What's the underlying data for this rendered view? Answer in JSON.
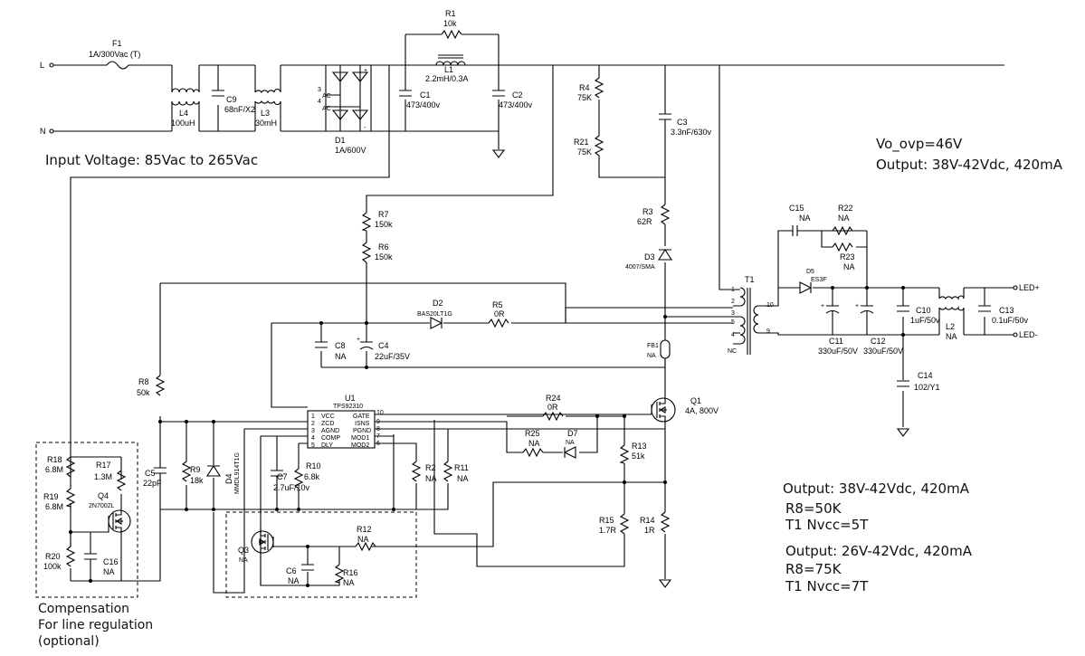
{
  "notes": {
    "input_voltage": "Input Voltage: 85Vac to 265Vac",
    "vo_ovp": "Vo_ovp=46V",
    "output_top": "Output: 38V-42Vdc, 420mA",
    "option_a_output": "Output: 38V-42Vdc, 420mA",
    "option_a_r8": "R8=50K",
    "option_a_t1": "T1 Nvcc=5T",
    "option_b_output": "Output: 26V-42Vdc, 420mA",
    "option_b_r8": "R8=75K",
    "option_b_t1": "T1 Nvcc=7T",
    "comp_line1": "Compensation",
    "comp_line2": "For line regulation",
    "comp_line3": "(optional)"
  },
  "nets": {
    "L": "L",
    "N": "N",
    "led_plus": "LED+",
    "led_minus": "LED-"
  },
  "components": {
    "F1": {
      "ref": "F1",
      "value": "1A/300Vac (T)"
    },
    "L4": {
      "ref": "L4",
      "value": "100uH"
    },
    "C9": {
      "ref": "C9",
      "value": "68nF/X2"
    },
    "L3": {
      "ref": "L3",
      "value": "30mH"
    },
    "D1": {
      "ref": "D1",
      "value": "1A/600V",
      "pin3": "3",
      "pin4": "4",
      "ac1": "AC",
      "ac2": "AC",
      "plus": "+",
      "minus": "-"
    },
    "R1": {
      "ref": "R1",
      "value": "10k"
    },
    "L1": {
      "ref": "L1",
      "value": "2.2mH/0.3A"
    },
    "C1": {
      "ref": "C1",
      "value": "473/400v"
    },
    "C2": {
      "ref": "C2",
      "value": "473/400v"
    },
    "R4": {
      "ref": "R4",
      "value": "75K"
    },
    "R21": {
      "ref": "R21",
      "value": "75K"
    },
    "C3": {
      "ref": "C3",
      "value": "3.3nF/630v"
    },
    "R3": {
      "ref": "R3",
      "value": "62R"
    },
    "D3": {
      "ref": "D3",
      "value": "4007/SMA"
    },
    "R7": {
      "ref": "R7",
      "value": "150k"
    },
    "R6": {
      "ref": "R6",
      "value": "150k"
    },
    "D2": {
      "ref": "D2",
      "value": "BAS20LT1G"
    },
    "R5": {
      "ref": "R5",
      "value": "0R"
    },
    "C8": {
      "ref": "C8",
      "value": "NA"
    },
    "C4": {
      "ref": "C4",
      "value": "22uF/35V"
    },
    "FB1": {
      "ref": "FB1",
      "value": "NA"
    },
    "T1": {
      "ref": "T1",
      "pins": [
        "1",
        "2",
        "3",
        "5",
        "4",
        "10",
        "9"
      ],
      "nc": "NC"
    },
    "C15": {
      "ref": "C15",
      "value": "NA"
    },
    "R22": {
      "ref": "R22",
      "value": "NA"
    },
    "R23": {
      "ref": "R23",
      "value": "NA"
    },
    "D5": {
      "ref": "D5",
      "value": "ES3F"
    },
    "C11": {
      "ref": "C11",
      "value": "330uF/50V"
    },
    "C12": {
      "ref": "C12",
      "value": "330uF/50V"
    },
    "C10": {
      "ref": "C10",
      "value": "1uF/50v"
    },
    "L2": {
      "ref": "L2",
      "value": "NA"
    },
    "C13": {
      "ref": "C13",
      "value": "0.1uF/50v"
    },
    "C14": {
      "ref": "C14",
      "value": "102/Y1"
    },
    "U1": {
      "ref": "U1",
      "value": "TPS92310",
      "left_pins": [
        [
          "1",
          "VCC"
        ],
        [
          "2",
          "ZCD"
        ],
        [
          "3",
          "AGND"
        ],
        [
          "4",
          "COMP"
        ],
        [
          "5",
          "DLY"
        ]
      ],
      "right_pins": [
        [
          "10",
          "GATE"
        ],
        [
          "9",
          "ISNS"
        ],
        [
          "8",
          "PGND"
        ],
        [
          "7",
          "MOD1"
        ],
        [
          "6",
          "MOD2"
        ]
      ]
    },
    "R24": {
      "ref": "R24",
      "value": "0R"
    },
    "R25": {
      "ref": "R25",
      "value": "NA"
    },
    "D7": {
      "ref": "D7",
      "value": "NA"
    },
    "Q1": {
      "ref": "Q1",
      "value": "4A, 800V"
    },
    "R13": {
      "ref": "R13",
      "value": "51k"
    },
    "R15": {
      "ref": "R15",
      "value": "1.7R"
    },
    "R14": {
      "ref": "R14",
      "value": "1R"
    },
    "R8": {
      "ref": "R8",
      "value": "50k"
    },
    "C5": {
      "ref": "C5",
      "value": "22pF"
    },
    "R9": {
      "ref": "R9",
      "value": "18k"
    },
    "D4": {
      "ref": "D4",
      "value": "MMDL914T1G"
    },
    "C7": {
      "ref": "C7",
      "value": "2.7uF/10v"
    },
    "R10": {
      "ref": "R10",
      "value": "6.8k"
    },
    "R2": {
      "ref": "R2",
      "value": "NA"
    },
    "R11": {
      "ref": "R11",
      "value": "NA"
    },
    "R18": {
      "ref": "R18",
      "value": "6.8M"
    },
    "R17": {
      "ref": "R17",
      "value": "1.3M"
    },
    "R19": {
      "ref": "R19",
      "value": "6.8M"
    },
    "Q4": {
      "ref": "Q4",
      "value": "2N7002L"
    },
    "R20": {
      "ref": "R20",
      "value": "100k"
    },
    "C16": {
      "ref": "C16",
      "value": "NA"
    },
    "Q3": {
      "ref": "Q3",
      "value": "NA"
    },
    "R12": {
      "ref": "R12",
      "value": "NA"
    },
    "C6": {
      "ref": "C6",
      "value": "NA"
    },
    "R16": {
      "ref": "R16",
      "value": "NA"
    }
  }
}
